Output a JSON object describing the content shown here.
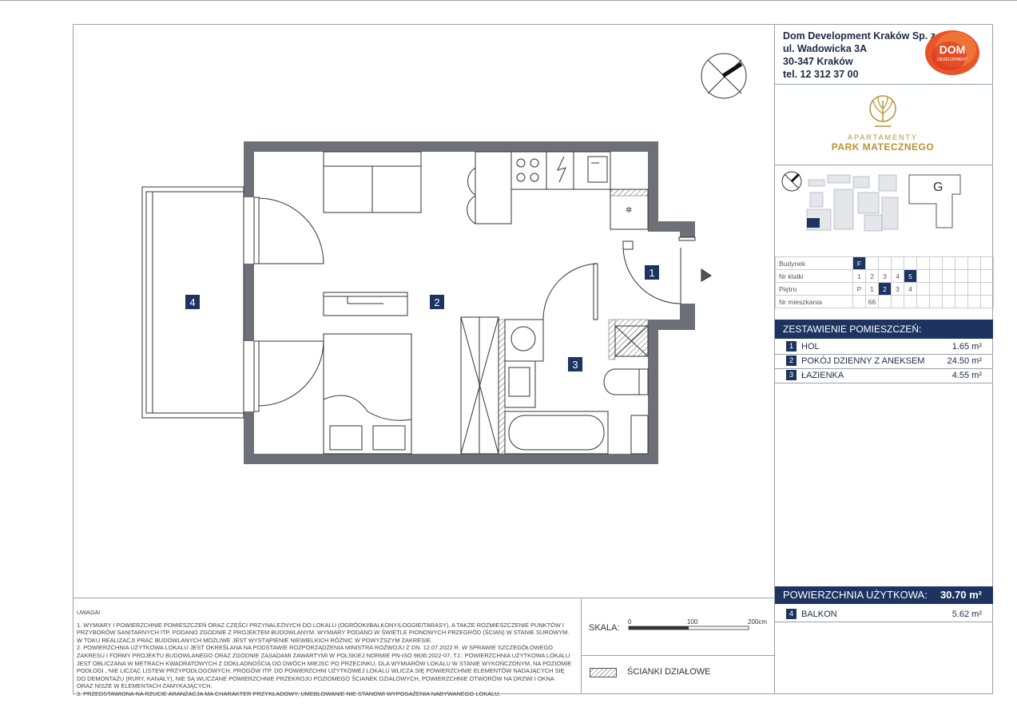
{
  "company": {
    "name": "Dom Development Kraków Sp. z o.o.",
    "street": "ul. Wadowicka 3A",
    "city": "30-347 Kraków",
    "phone": "tel. 12 312 37 00"
  },
  "logos": {
    "dom_text": "DOM",
    "dom_sub": "DEVELOPMENT",
    "park_line1": "APARTAMENTY",
    "park_line2": "PARK MATECZNEGO"
  },
  "building_letter": "G",
  "info_grid": {
    "rows": [
      {
        "label": "Budynek",
        "cells": [
          "F"
        ],
        "selected": 0
      },
      {
        "label": "Nr klatki",
        "cells": [
          "1",
          "2",
          "3",
          "4",
          "5"
        ],
        "selected": 4
      },
      {
        "label": "Piętro",
        "cells": [
          "P",
          "1",
          "2",
          "3",
          "4"
        ],
        "selected": 2
      },
      {
        "label": "Nr mieszkania",
        "cells": [
          "",
          "66"
        ],
        "selected": -1
      }
    ]
  },
  "summary_title": "ZESTAWIENIE POMIESZCZEŃ:",
  "rooms": [
    {
      "num": "1",
      "name": "HOL",
      "area": "1.65 m²"
    },
    {
      "num": "2",
      "name": "POKÓJ DZIENNY Z ANEKSEM",
      "area": "24.50 m²"
    },
    {
      "num": "3",
      "name": "ŁAZIENKA",
      "area": "4.55 m²"
    }
  ],
  "usable_area": {
    "label": "POWIERZCHNIA UŻYTKOWA:",
    "value": "30.70 m²"
  },
  "balcony": {
    "num": "4",
    "name": "BALKON",
    "area": "5.62 m²"
  },
  "plan_labels": {
    "r1": "1",
    "r2": "2",
    "r3": "3",
    "r4": "4"
  },
  "notes": {
    "title": "UWAGA!",
    "text": "1. WYMIARY I POWIERZCHNIE POMIESZCZEŃ ORAZ CZĘŚCI PRZYNALEŻNYCH DO LOKALU (OGRÓDKI/BALKONY/LOGGIE/TARASY), A TAKŻE ROZMIESZCZENIE PUNKTÓW I PRZYBORÓW SANITARNYCH ITP. PODANO ZGODNIE Z PROJEKTEM BUDOWLANYM. WYMIARY PODANO W ŚWIETLE PIONOWYCH PRZEGRÓD (ŚCIAN) W STANIE SUROWYM. W TOKU REALIZACJI PRAC BUDOWLANYCH MOŻLIWE JEST WYSTĄPIENIE NIEWIELKICH RÓŻNIC W POWYŻSZYM ZAKRESIE.\n2. POWIERZCHNIA UŻYTKOWA LOKALU JEST OKREŚLANA NA PODSTAWIE ROZPORZĄDZENIA MINISTRA ROZWOJU Z DN. 12.07.2022 R. W SPRAWIE SZCZEGÓŁOWEGO ZAKRESU I FORMY PROJEKTU BUDOWLANEGO ORAZ ZGODNIE ZASADAMI ZAWARTYMI W POLSKIEJ NORMIE PN-ISO 9836:2022-07, TJ.: POWIERZCHNIA UŻYTKOWA LOKALU JEST OBLICZANA W METRACH KWADRATOWYCH Z DOKŁADNOŚCIĄ DO DWÓCH MIEJSC PO PRZECINKU, DLA WYMIARÓW LOKALU W STANIE WYKOŃCZONYM, NA POZIOMIE PODŁOGI , NIE LICZĄC LISTEW PRZYPODŁOGOWYCH, PROGÓW ITP. DO POWIERZCHNI UŻYTKOWEJ LOKALU WLICZA SIĘ POWIERZCHNIE ELEMENTÓW NADAJĄCYCH SIĘ DO DEMONTAŻU (RURY, KANAŁY), NIE SĄ WLICZANE POWIERZCHNIE PRZEKROJU POZIOMEGO ŚCIANEK DZIAŁOWYCH, POWIERZCHNIE OTWORÓW NA DRZWI I OKNA ORAZ NISZE W ELEMENTACH ZAMYKAJĄCYCH.\n3. PRZEDSTAWIONA NA RZUCIE ARANŻACJA MA CHARAKTER PRZYKŁADOWY, UMEBLOWANIE NIE STANOWI WYPOSAŻENIA NABYWANEGO LOKALU."
  },
  "scale": {
    "label": "SKALA:",
    "t0": "0",
    "t1": "100",
    "t2": "200cm"
  },
  "partition_label": "ŚCIANKI DZIAŁOWE",
  "colors": {
    "navy": "#1d3461",
    "wall": "#6d7076",
    "gold": "#b8922f",
    "orange": "#e8542a"
  }
}
